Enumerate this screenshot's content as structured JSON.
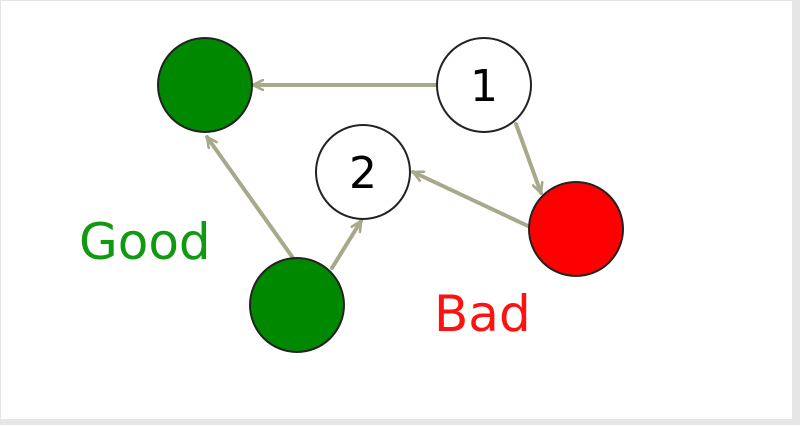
{
  "diagram": {
    "nodes": [
      {
        "id": "top-left",
        "label": "",
        "color": "#008800"
      },
      {
        "id": "n1",
        "label": "1",
        "color": "#ffffff"
      },
      {
        "id": "n2",
        "label": "2",
        "color": "#ffffff"
      },
      {
        "id": "red",
        "label": "",
        "color": "#ff0000"
      },
      {
        "id": "bottom",
        "label": "",
        "color": "#008800"
      }
    ],
    "edges": [
      {
        "from": "n1",
        "to": "top-left"
      },
      {
        "from": "n1",
        "to": "red"
      },
      {
        "from": "red",
        "to": "n2"
      },
      {
        "from": "bottom",
        "to": "top-left"
      },
      {
        "from": "bottom",
        "to": "n2"
      }
    ],
    "edge_color": "#a8a88a",
    "labels": {
      "good": {
        "text": "Good",
        "color": "#119911"
      },
      "bad": {
        "text": "Bad",
        "color": "#ff1111"
      }
    }
  }
}
